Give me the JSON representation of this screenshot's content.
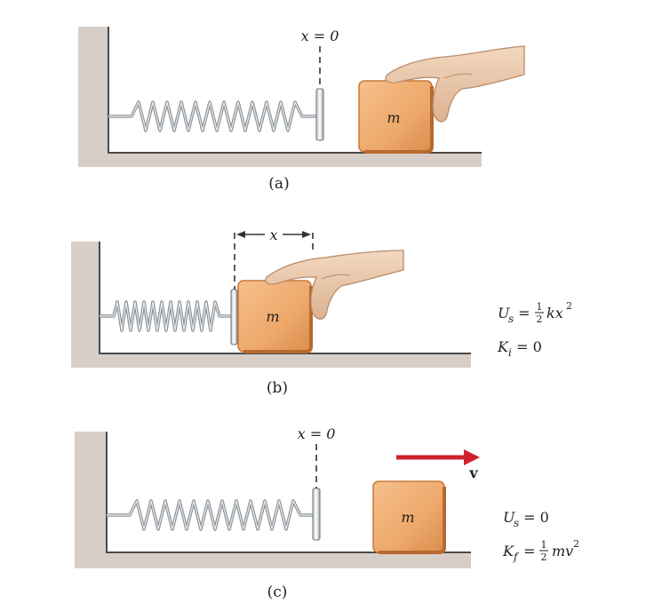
{
  "panels": [
    {
      "caption": "(a)",
      "mass_label": "m",
      "position_label": "x = 0"
    },
    {
      "caption": "(b)",
      "mass_label": "m",
      "displacement_label": "x"
    },
    {
      "caption": "(c)",
      "mass_label": "m",
      "position_label": "x = 0",
      "velocity_label": "v"
    }
  ],
  "equations": {
    "b": {
      "us_lhs": "U",
      "us_sub": "s",
      "us_eq": " = ",
      "us_num": "1",
      "us_den": "2",
      "us_rest": "kx",
      "us_sup": "2",
      "ki_lhs": "K",
      "ki_sub": "i",
      "ki_rhs": " = 0"
    },
    "c": {
      "us_lhs": "U",
      "us_sub": "s",
      "us_rhs": " = 0",
      "kf_lhs": "K",
      "kf_sub": "f",
      "kf_eq": " = ",
      "kf_num": "1",
      "kf_den": "2",
      "kf_rest": "mv",
      "kf_sup": "2"
    }
  },
  "colors": {
    "block_fill": "#efad72",
    "block_edge": "#c8783a",
    "velocity_arrow": "#d0202c",
    "ground": "#d7cec8"
  }
}
